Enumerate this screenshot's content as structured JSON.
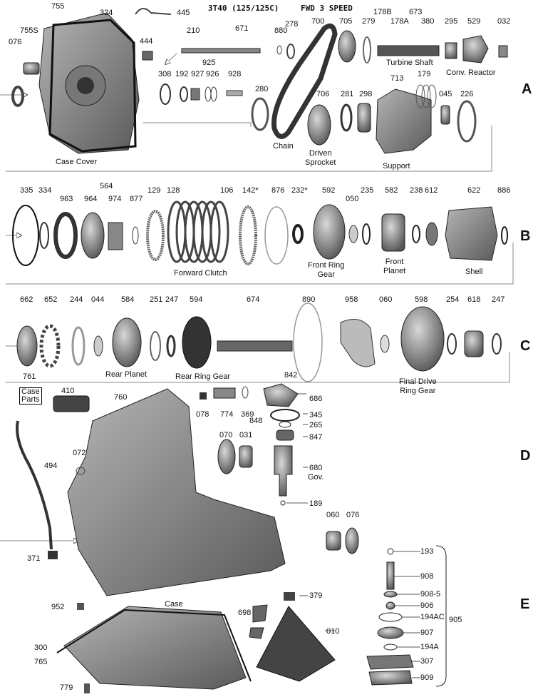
{
  "header": {
    "title": "3T40 (125/125C)",
    "subtitle": "FWD 3 SPEED"
  },
  "sections": [
    "A",
    "B",
    "C",
    "D",
    "E"
  ],
  "labels": {
    "p755": "755",
    "p324": "324",
    "p445": "445",
    "p755S": "755S",
    "p076a": "076",
    "p444": "444",
    "p210": "210",
    "p671": "671",
    "p925": "925",
    "p308": "308",
    "p192": "192",
    "p927": "927",
    "p926": "926",
    "p928": "928",
    "p880": "880",
    "p278": "278",
    "p700": "700",
    "p705": "705",
    "p279": "279",
    "p178B": "178B",
    "p178A": "178A",
    "p673": "673",
    "p380": "380",
    "p295": "295",
    "p529": "529",
    "p032": "032",
    "p280": "280",
    "p706": "706",
    "p281": "281",
    "p298": "298",
    "p713": "713",
    "p179": "179",
    "p045": "045",
    "p226": "226",
    "p335": "335",
    "p334": "334",
    "p564": "564",
    "p963": "963",
    "p964": "964",
    "p974": "974",
    "p877": "877",
    "p129": "129",
    "p128": "128",
    "p106": "106",
    "p142": "142*",
    "p876": "876",
    "p232": "232*",
    "p592": "592",
    "p050": "050",
    "p235": "235",
    "p582": "582",
    "p238": "238",
    "p612": "612",
    "p622": "622",
    "p886": "886",
    "p662": "662",
    "p652": "652",
    "p244": "244",
    "p044": "044",
    "p584": "584",
    "p251": "251",
    "p247a": "247",
    "p594": "594",
    "p674": "674",
    "p890": "890",
    "p958": "958",
    "p060a": "060",
    "p598": "598",
    "p254": "254",
    "p618": "618",
    "p247b": "247",
    "p761": "761",
    "p410": "410",
    "p760": "760",
    "p842": "842",
    "p078": "078",
    "p774": "774",
    "p369": "369",
    "p848": "848",
    "p686": "686",
    "p345": "345",
    "p265": "265",
    "p847": "847",
    "p072": "072",
    "p494": "494",
    "p070": "070",
    "p031": "031",
    "p680": "680",
    "p189": "189",
    "p060b": "060",
    "p076b": "076",
    "p371": "371",
    "p379": "379",
    "p952": "952",
    "p698": "698",
    "p010": "010",
    "p300": "300",
    "p765": "765",
    "p779": "779",
    "p193": "193",
    "p908": "908",
    "p908_5": "908-5",
    "p906": "906",
    "p194AC": "194AC",
    "p907": "907",
    "p905": "905",
    "p194A": "194A",
    "p307": "307",
    "p909": "909"
  },
  "captions": {
    "case_cover": "Case Cover",
    "turbine_shaft": "Turbine Shaft",
    "conv_reactor": "Conv. Reactor",
    "chain": "Chain",
    "driven_sprocket": "Driven\nSprocket",
    "support": "Support",
    "forward_clutch": "Forward Clutch",
    "front_ring_gear": "Front Ring\nGear",
    "front_planet": "Front\nPlanet",
    "shell": "Shell",
    "rear_planet": "Rear Planet",
    "rear_ring_gear": "Rear Ring Gear",
    "final_drive_ring_gear": "Final Drive\nRing Gear",
    "case_parts": "Case\nParts",
    "gov": "Gov.",
    "case": "Case"
  },
  "colors": {
    "line": "#000000",
    "part_dark": "#3c3c3c",
    "part_mid": "#8a8a8a",
    "part_light": "#c9c9c9",
    "divider": "#9a9a9a"
  }
}
